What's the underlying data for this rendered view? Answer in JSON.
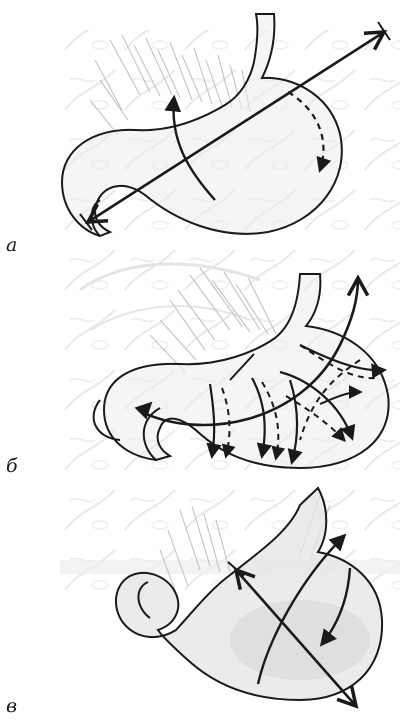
{
  "panels": [
    {
      "id": "a",
      "label": "а"
    },
    {
      "id": "b",
      "label": "б"
    },
    {
      "id": "v",
      "label": "в"
    }
  ],
  "colors": {
    "outline": "#1a1a1a",
    "stomach_fill": "#ececec",
    "fibers": "#bdbdbd",
    "background_pattern": "#e6e6e6"
  },
  "icons": [
    "axis-arrow-icon",
    "rotation-arrow-icon",
    "hidden-rotation-arrow-icon"
  ]
}
